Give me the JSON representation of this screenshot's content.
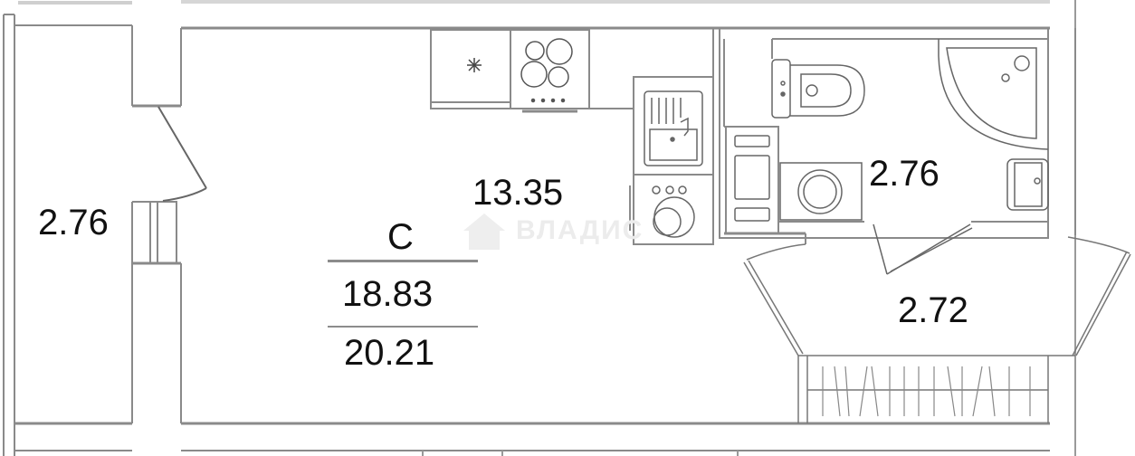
{
  "plan": {
    "type": "studio apartment floor plan",
    "rooms": [
      {
        "id": "storage-left",
        "area": "2.76"
      },
      {
        "id": "kitchen-zone",
        "area": "13.35"
      },
      {
        "id": "bathroom",
        "area": "2.76"
      },
      {
        "id": "loggia",
        "area": "2.72"
      }
    ],
    "summary": {
      "apartment_type": "С",
      "living_area": "18.83",
      "total_area": "20.21"
    },
    "watermark": {
      "text": "ВЛАДИС"
    },
    "colors": {
      "wall": "#8a8a8a",
      "line": "#666666",
      "text": "#111111",
      "background": "#ffffff",
      "watermark": "#ececec"
    }
  }
}
